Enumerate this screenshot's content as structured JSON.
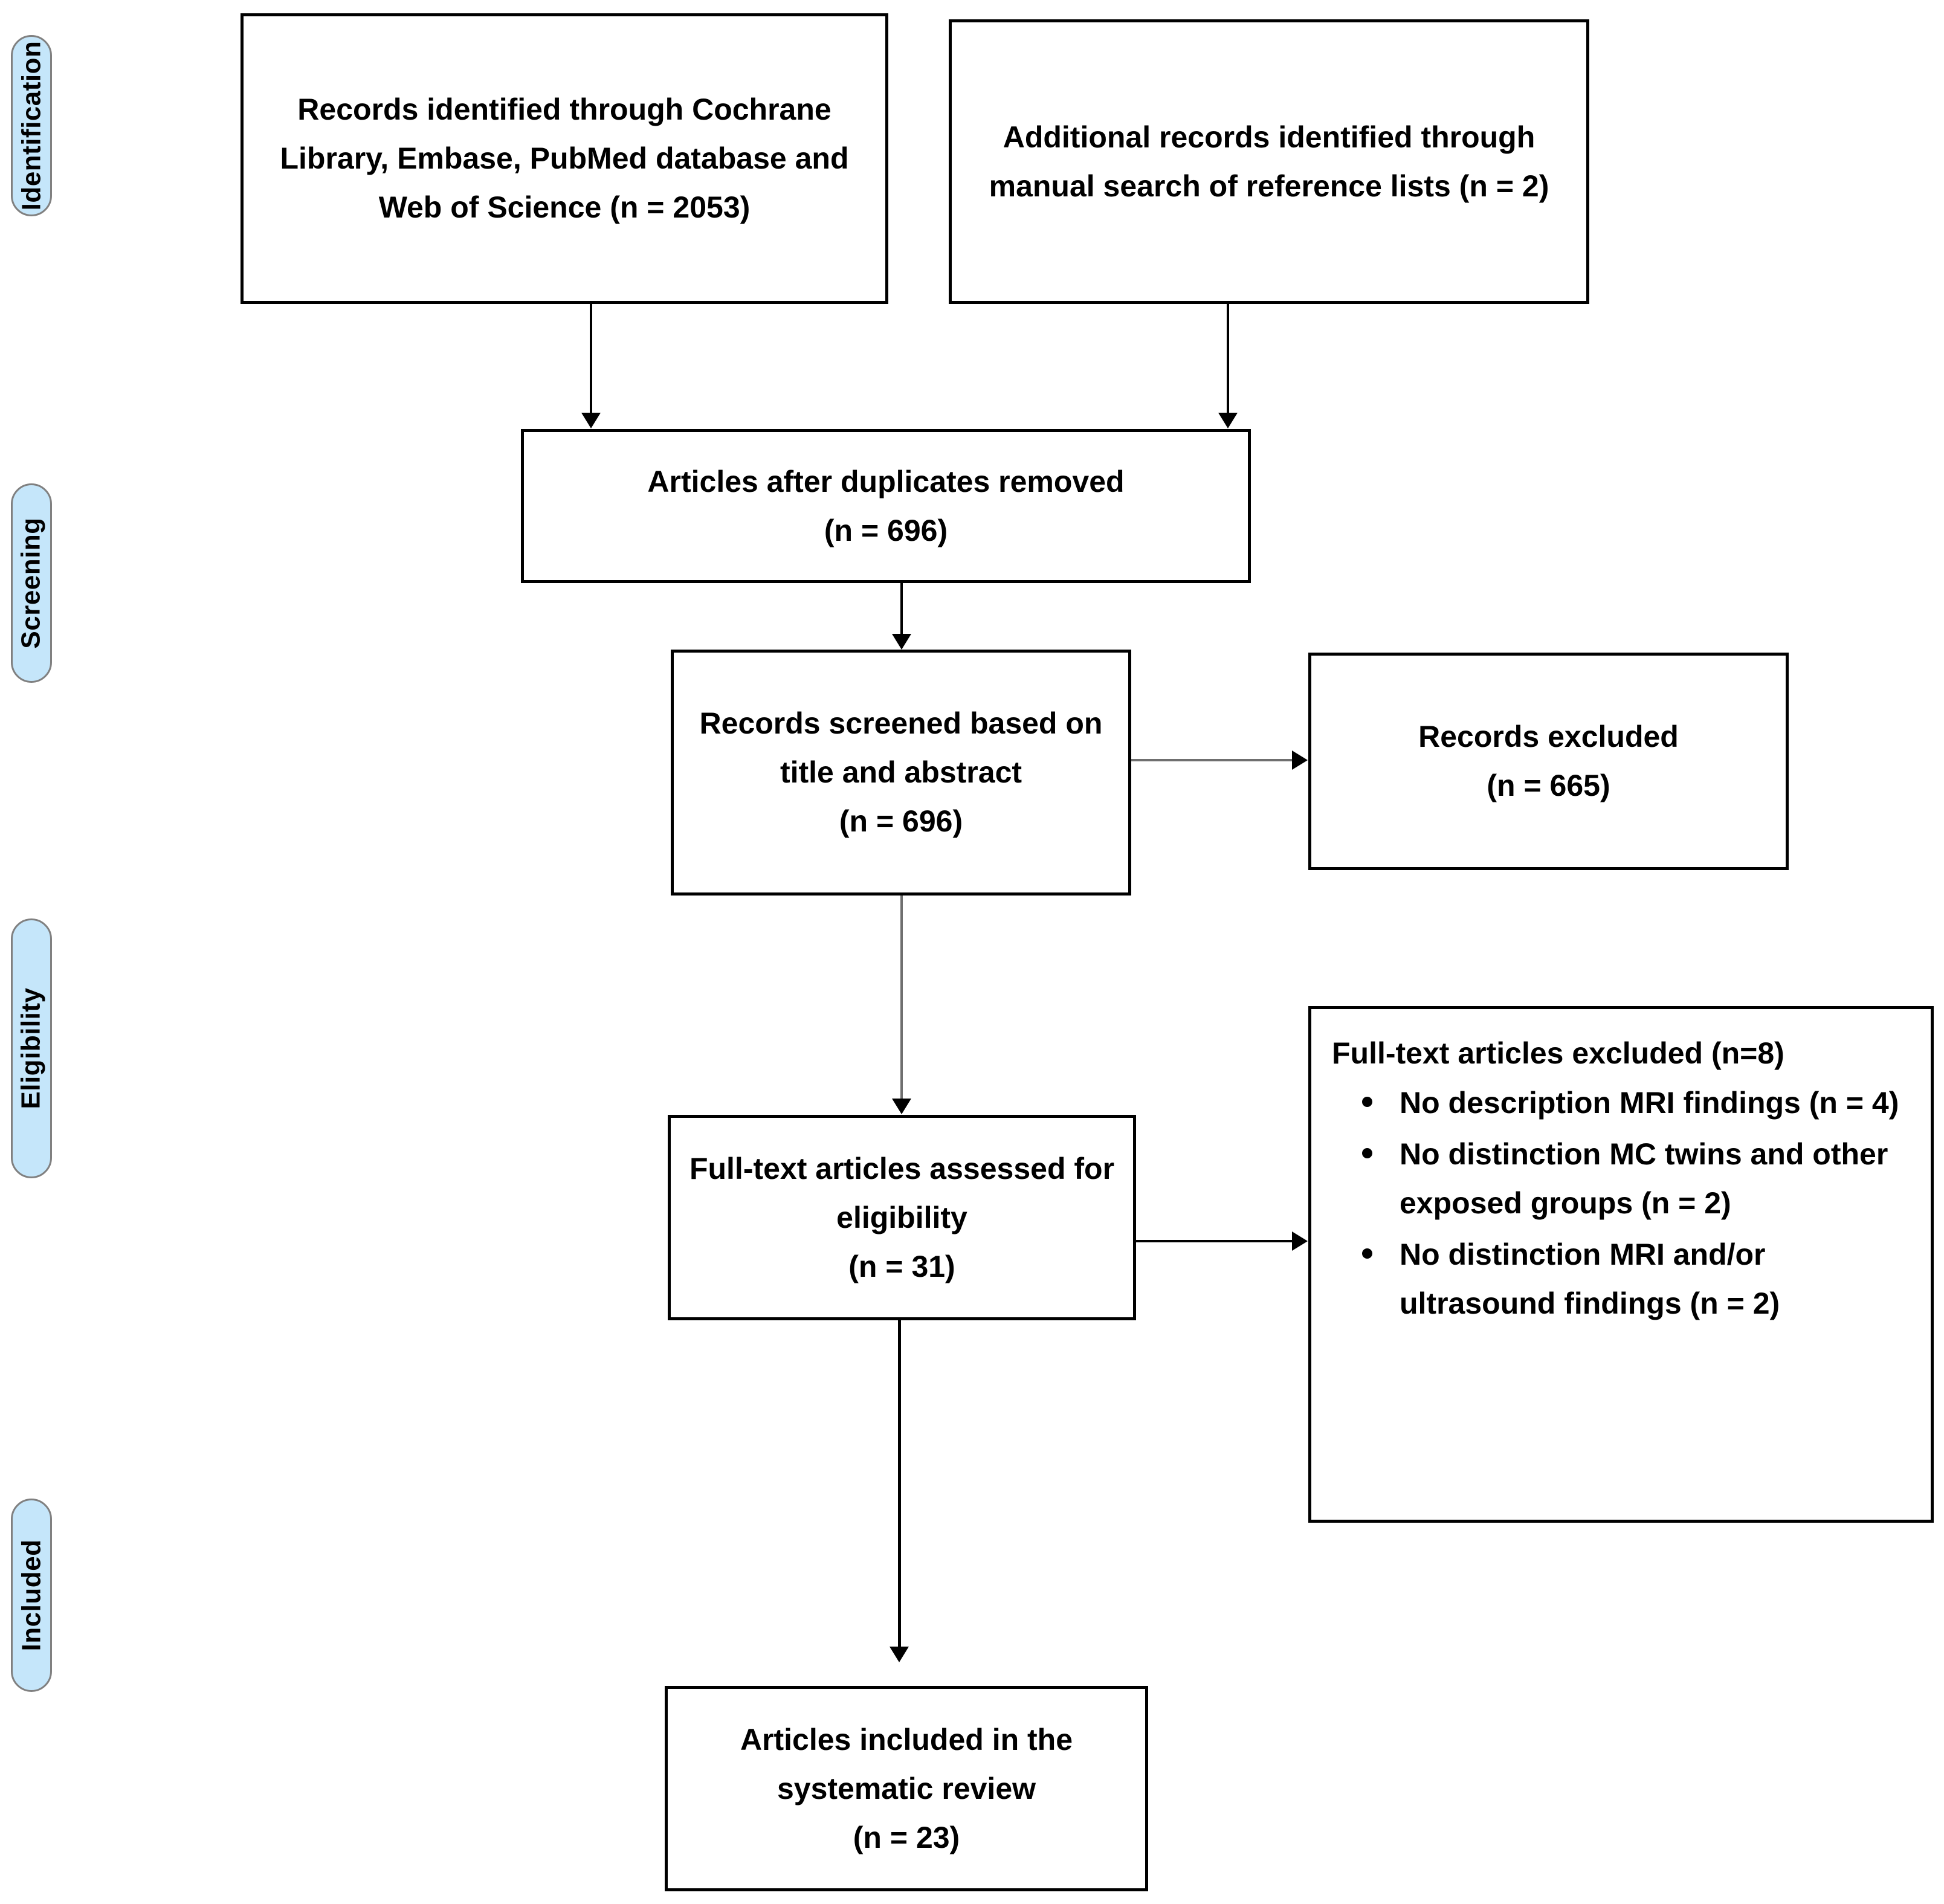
{
  "diagram": {
    "type": "prisma-flow-diagram",
    "accent_color": "#C5E6FA",
    "border_color": "#000000",
    "phases": [
      {
        "key": "identification",
        "label": "Identification"
      },
      {
        "key": "screening",
        "label": "Screening"
      },
      {
        "key": "eligibility",
        "label": "Eligibility"
      },
      {
        "key": "included",
        "label": "Included"
      }
    ],
    "boxes": {
      "records_identified": "Records identified through Cochrane Library, Embase, PubMed database and Web of Science (n = 2053)",
      "additional_records": "Additional records identified through manual search of reference lists (n = 2)",
      "after_duplicates": "Articles after duplicates removed\n(n = 696)",
      "records_screened": "Records screened based on title and abstract\n(n = 696)",
      "records_excluded": "Records excluded\n(n = 665)",
      "fulltext_assessed": "Full-text articles assessed for eligibility\n(n = 31)",
      "articles_included": "Articles included in the systematic review\n(n = 23)"
    },
    "fulltext_excluded": {
      "title": "Full-text articles excluded (n=8)",
      "items": [
        "No description MRI findings (n = 4)",
        "No distinction MC twins and other exposed groups (n = 2)",
        "No distinction MRI and/or ultrasound findings (n = 2)"
      ]
    }
  }
}
